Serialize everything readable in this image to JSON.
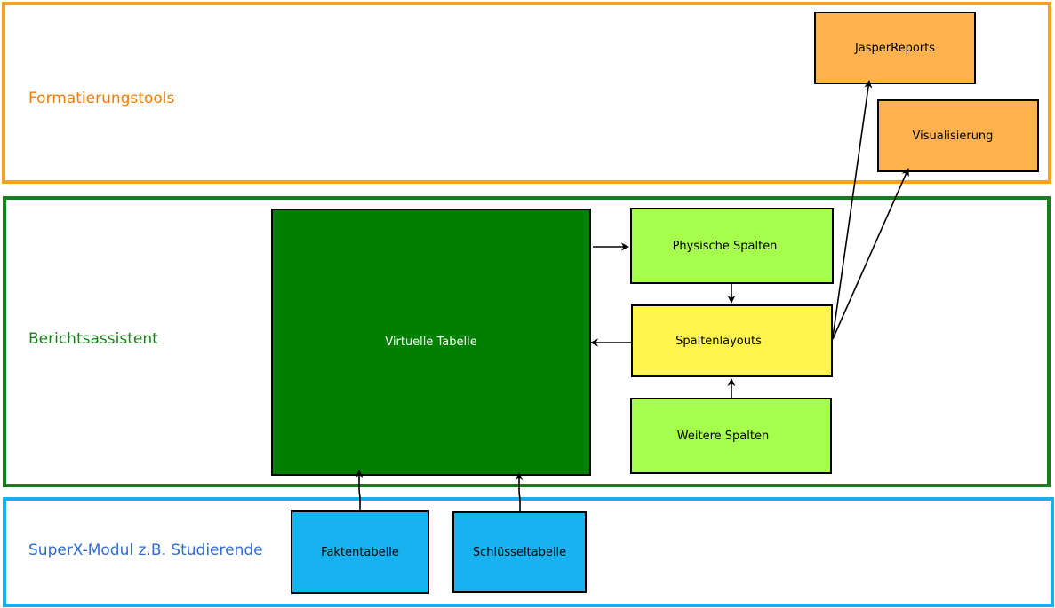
{
  "colors": {
    "format_layer": "#F5A31A",
    "format_label": "#F57C00",
    "bericht_layer": "#1A7F1A",
    "bericht_label": "#1A7F1A",
    "superx_layer": "#1BAFE6",
    "superx_label": "#2E6BD9",
    "orange_box": "#FFB24D",
    "dark_green_box": "#007F00",
    "light_green_box": "#A6FF4D",
    "yellow_box": "#FFF54D",
    "blue_box": "#17B3F0"
  },
  "layers": {
    "format": {
      "label": "Formatierungstools"
    },
    "bericht": {
      "label": "Berichtsassistent"
    },
    "superx": {
      "label": "SuperX-Modul z.B. Studierende"
    }
  },
  "boxes": {
    "jasper": "JasperReports",
    "visualisierung": "Visualisierung",
    "virtuelle_tabelle": "Virtuelle Tabelle",
    "physische_spalten": "Physische Spalten",
    "spaltenlayouts": "Spaltenlayouts",
    "weitere_spalten": "Weitere Spalten",
    "faktentabelle": "Faktentabelle",
    "schluesseltabelle": "Schlüsseltabelle"
  }
}
